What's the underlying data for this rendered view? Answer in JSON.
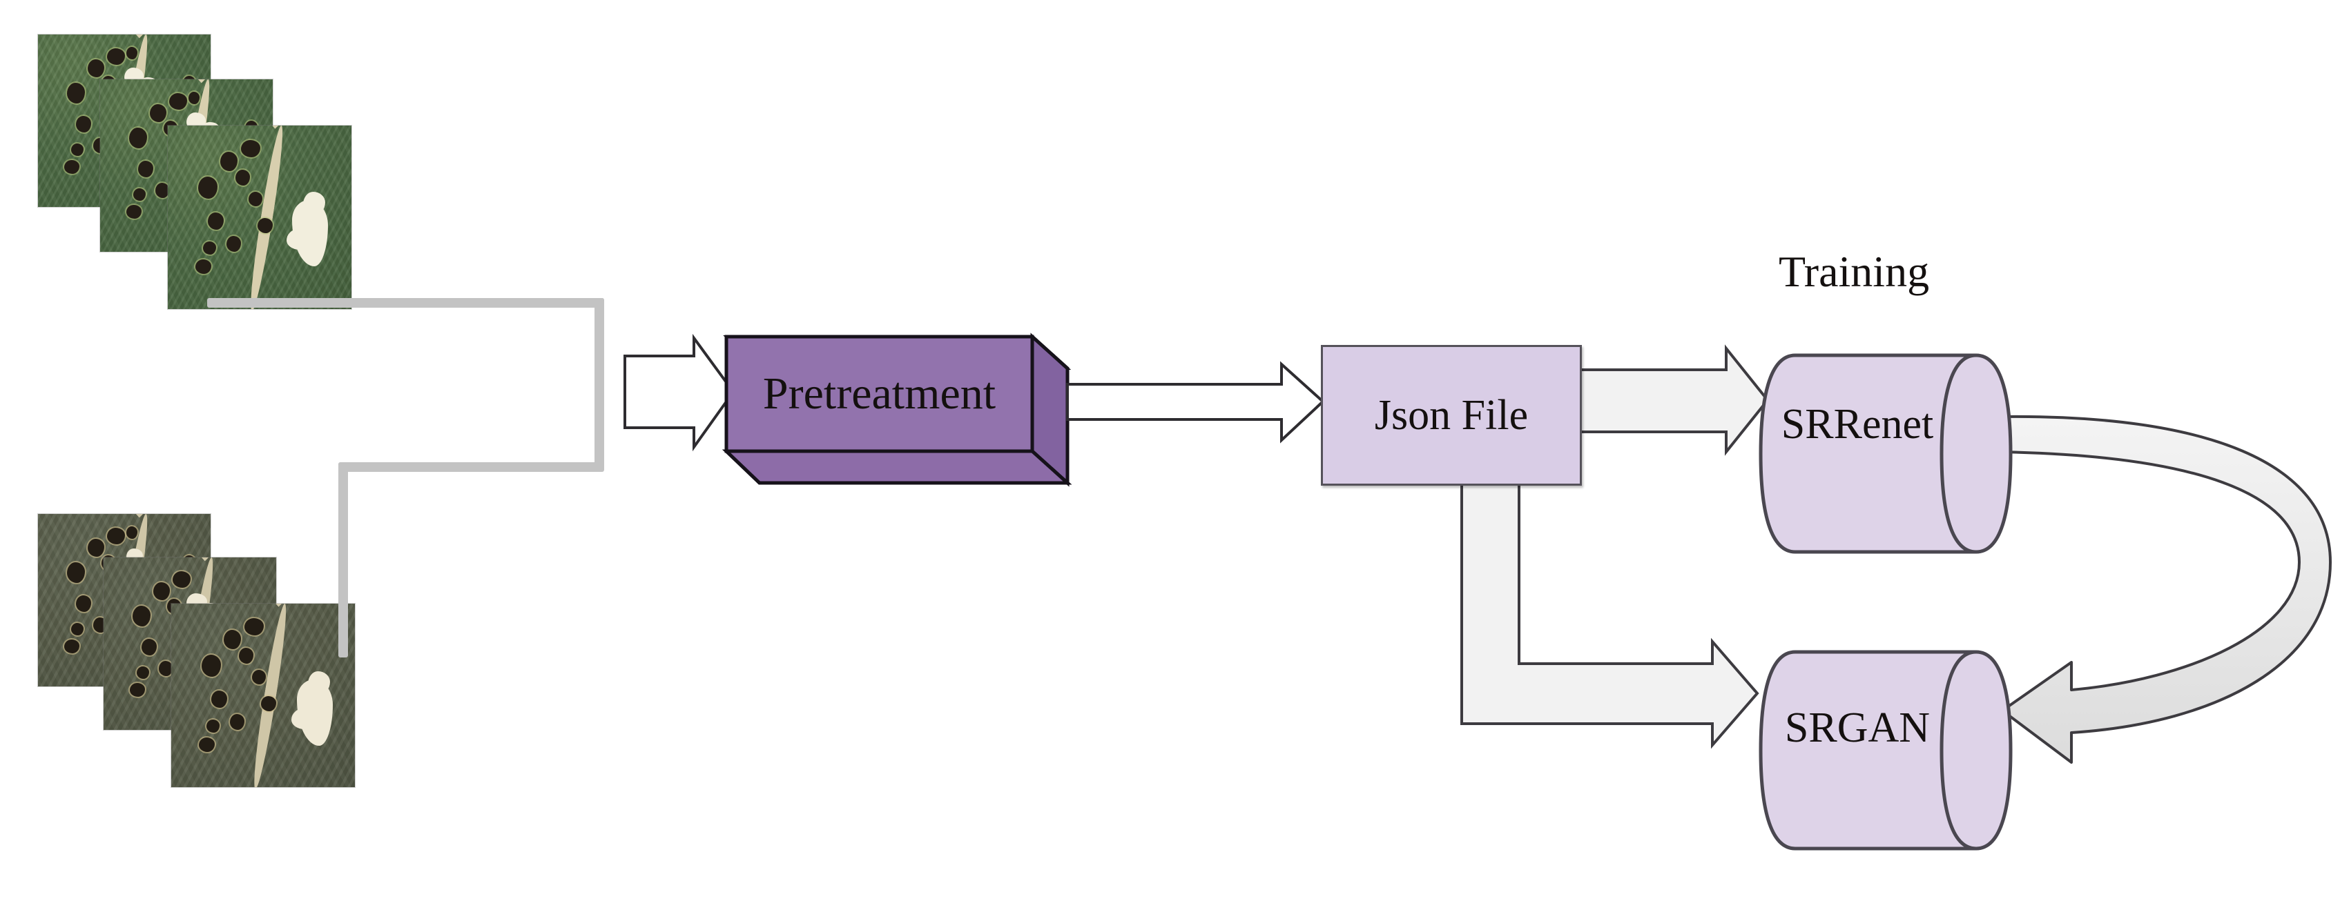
{
  "diagram": {
    "title_visible": false,
    "nodes": {
      "pretreatment": {
        "label": "Pretreatment",
        "shape": "cube-3d",
        "fill": "#8d6ca8"
      },
      "json_file": {
        "label": "Json File",
        "shape": "rectangle",
        "fill": "#d9cde6"
      },
      "srrenet": {
        "label": "SRRenet",
        "shape": "cylinder",
        "fill": "#ded3e8"
      },
      "srgan": {
        "label": "SRGAN",
        "shape": "cylinder",
        "fill": "#ded3e8"
      }
    },
    "labels": {
      "training": "Training"
    },
    "image_stacks": {
      "high_res": {
        "name": "high-resolution-image-stack",
        "count": 3
      },
      "low_res": {
        "name": "low-resolution-image-stack",
        "count": 3
      }
    },
    "arrows": [
      {
        "name": "images-to-pretreatment",
        "from": "image-stacks",
        "to": "pretreatment",
        "style": "block-arrow",
        "fill": "#ffffff"
      },
      {
        "name": "pretreatment-to-json",
        "from": "pretreatment",
        "to": "json_file",
        "style": "block-arrow",
        "fill": "#ffffff"
      },
      {
        "name": "json-to-srrenet",
        "from": "json_file",
        "to": "srrenet",
        "style": "block-arrow",
        "fill": "#f2f2f2"
      },
      {
        "name": "json-to-srgan",
        "from": "json_file",
        "to": "srgan",
        "style": "elbow-block-arrow",
        "fill": "#f2f2f2"
      },
      {
        "name": "srrenet-to-srgan-loop",
        "from": "srrenet",
        "to": "srgan",
        "style": "curved-block-arrow",
        "fill": "#e3e3e3"
      }
    ],
    "connectors": [
      {
        "name": "image-stack-bus",
        "color": "#c3c3c3"
      }
    ],
    "colors": {
      "background": "#ffffff",
      "pretreatment_fill": "#8d6ca8",
      "pretreatment_top": "#16121a",
      "json_fill": "#d9cde6",
      "cylinder_fill": "#ded3e8",
      "arrow_outline": "#3d3b40",
      "connector_gray": "#c3c3c3",
      "text": "#14100f"
    }
  }
}
